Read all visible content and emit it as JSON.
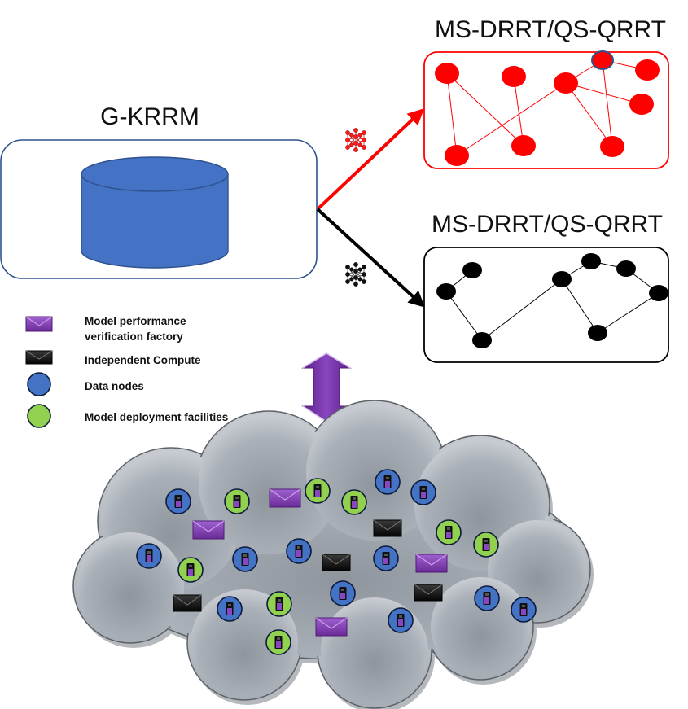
{
  "titles": {
    "repository": "G-KRRM",
    "upper_graph": "MS-DRRT/QS-QRRT",
    "lower_graph": "MS-DRRT/QS-QRRT"
  },
  "legend": [
    {
      "icon": "purple-envelope-icon",
      "line1": "Model performance",
      "line2": "verification factory"
    },
    {
      "icon": "black-envelope-icon",
      "line1": "Independent Compute",
      "line2": ""
    },
    {
      "icon": "blue-circle-icon",
      "line1": "Data nodes",
      "line2": ""
    },
    {
      "icon": "green-circle-icon",
      "line1": "Model deployment facilities",
      "line2": ""
    }
  ],
  "colors": {
    "database_fill": "#4472c4",
    "database_stroke": "#2f528f",
    "repository_border": "#2f528f",
    "upper_graph": "#ff0000",
    "lower_graph": "#000000",
    "purple": "#7030a0",
    "data_node_blue": "#4472c4",
    "deploy_green": "#92d050",
    "cloud": "#aeb3ba"
  }
}
